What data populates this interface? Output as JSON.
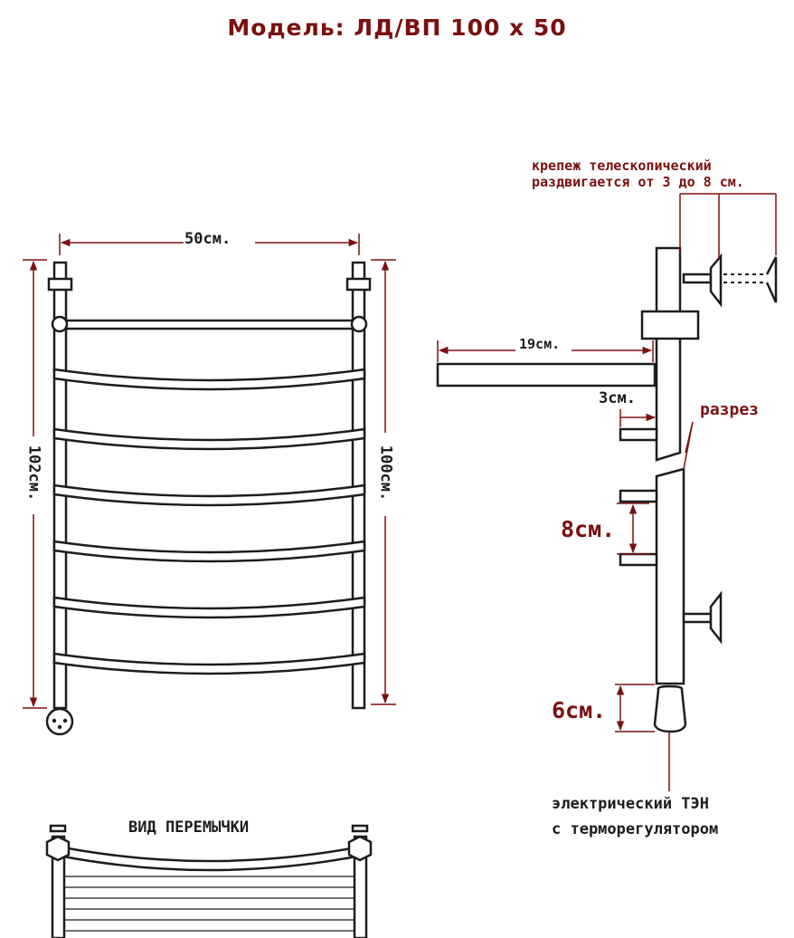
{
  "title": "Модель: ЛД/ВП 100 х 50",
  "dimensions": {
    "width": "50см.",
    "height_total": "102см.",
    "height_center": "100см.",
    "shelf_depth": "19см.",
    "shelf_gap": "3см.",
    "pipe_spacing": "8см.",
    "heater_gap": "6см."
  },
  "labels": {
    "mount_line1": "крепеж телескопический",
    "mount_line2": "раздвигается от 3 до 8 см.",
    "section": "разрез",
    "heater_line1": "электрический ТЭН",
    "heater_line2": "с терморегулятором",
    "jumper_view": "ВИД ПЕРЕМЫЧКИ"
  },
  "colors": {
    "ink": "#1c1c1c",
    "accent": "#7a1010"
  }
}
